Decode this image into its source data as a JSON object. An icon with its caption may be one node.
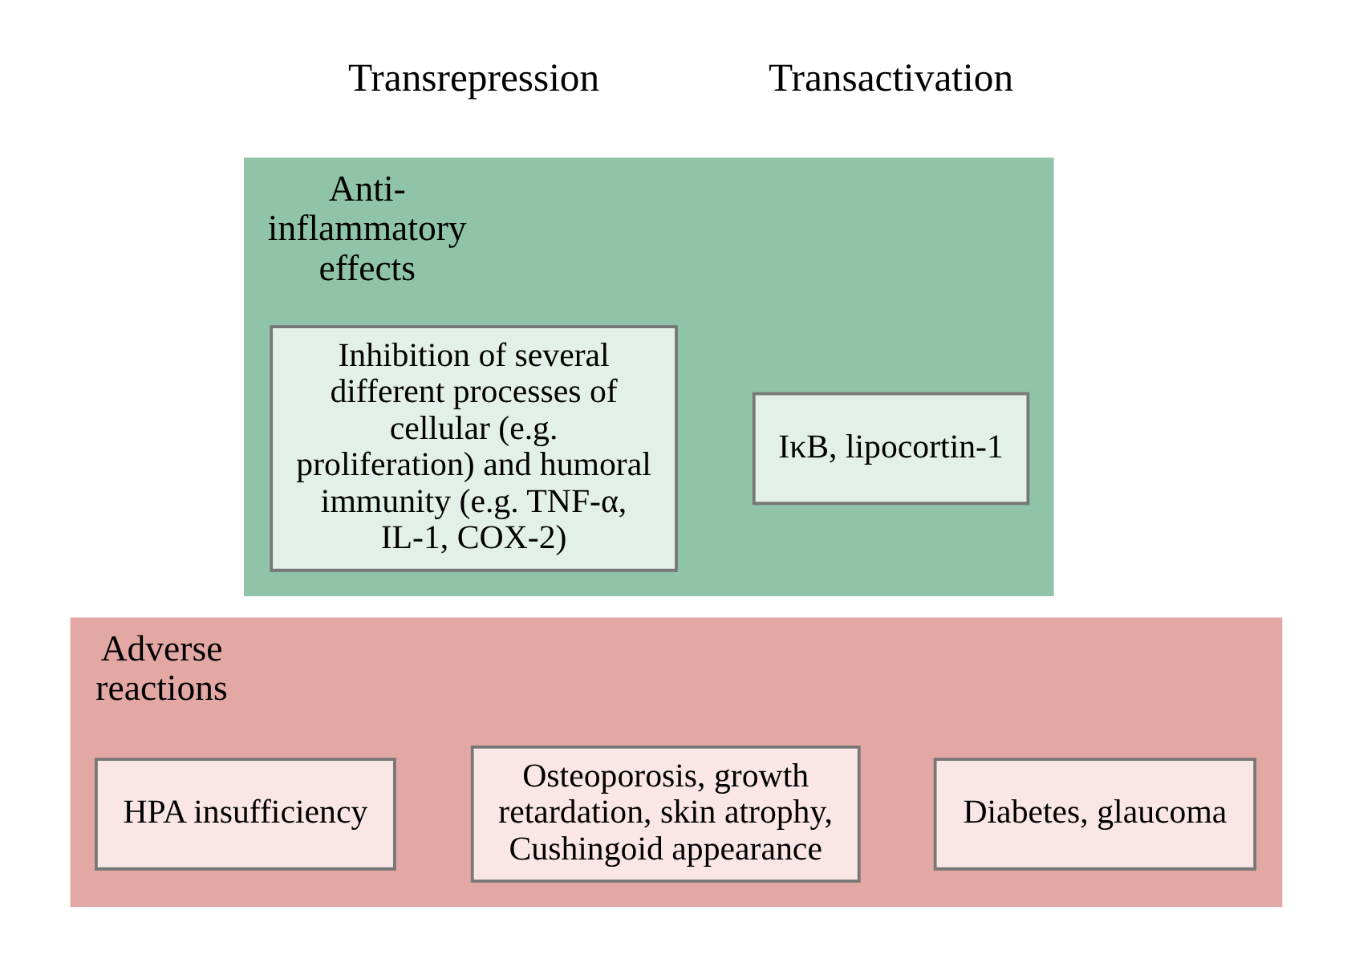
{
  "diagram": {
    "nodes": [
      {
        "text": [
          "Anti-inflammatory effects"
        ]
      },
      {
        "text": [
          "Inhibition of several different processes of cellular (e.g. proliferation) and humoral immunity (e.g. TNF-α, IL-1, COX-2)"
        ],
        "in": 0
      },
      {
        "text": [
          "IκB, lipocortin-1"
        ],
        "in": 0
      },
      {
        "text": [
          "Adverse reactions"
        ]
      },
      {
        "text": [
          "HPA insufficiency"
        ],
        "in": 3
      },
      {
        "text": [
          "Osteoporosis, growth retardation, skin atrophy, Cushingoid appearance"
        ],
        "in": 3
      },
      {
        "text": [
          "Diabetes, glaucoma"
        ],
        "in": 3
      }
    ],
    "edges": [],
    "labels": [
      "Transrepression",
      "Transactivation"
    ]
  }
}
